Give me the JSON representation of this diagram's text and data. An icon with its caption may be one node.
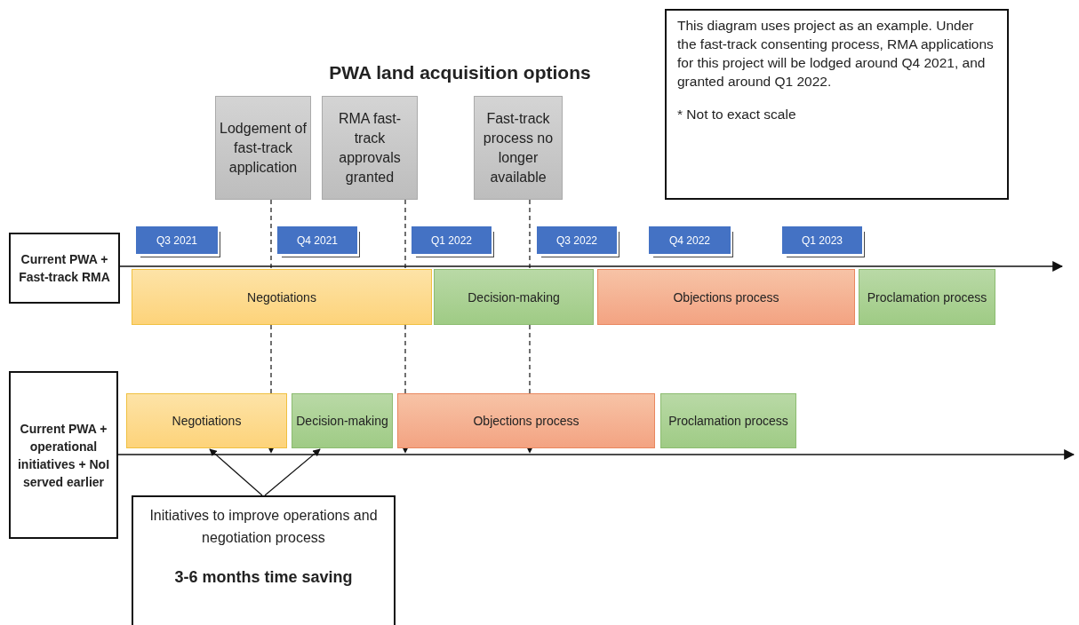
{
  "diagram": {
    "title": "PWA land acquisition options",
    "nodes": [
      {
        "text": [
          "Lodgement of fast-track application"
        ]
      },
      {
        "text": [
          "RMA fast-track approvals granted"
        ]
      },
      {
        "text": [
          "Fast-track process no longer available"
        ]
      },
      {
        "text": [
          "Q3 2021"
        ]
      },
      {
        "text": [
          "Q4 2021"
        ]
      },
      {
        "text": [
          "Q1 2022"
        ]
      },
      {
        "text": [
          "Q3 2022"
        ]
      },
      {
        "text": [
          "Q4 2022"
        ]
      },
      {
        "text": [
          "Q1 2023"
        ]
      },
      {
        "text": [
          "Current PWA + Fast-track RMA"
        ]
      },
      {
        "text": [
          "Negotiations"
        ]
      },
      {
        "text": [
          "Decision-making"
        ]
      },
      {
        "text": [
          "Objections process"
        ]
      },
      {
        "text": [
          "Proclamation process"
        ]
      },
      {
        "text": [
          "Current PWA + operational initiatives + NoI served earlier"
        ]
      },
      {
        "text": [
          "Negotiations"
        ]
      },
      {
        "text": [
          "Decision-making"
        ]
      },
      {
        "text": [
          "Objections process"
        ]
      },
      {
        "text": [
          "Proclamation process"
        ]
      },
      {
        "text": [
          "Initiatives to improve operations and negotiation process",
          "3-6 months time saving"
        ]
      },
      {
        "text": [
          "This diagram uses project as an example. Under the fast-track consenting process, RMA applications for this project will be lodged around Q4 2021, and granted around Q1 2022.",
          "* Not to exact scale"
        ]
      }
    ],
    "edges": [
      {
        "from": 0,
        "to": 10,
        "arrow": "none",
        "style": "dashed"
      },
      {
        "from": 10,
        "to": 15,
        "arrow": "to",
        "style": "dashed"
      },
      {
        "from": 1,
        "to": 10,
        "arrow": "none",
        "style": "dashed"
      },
      {
        "from": 10,
        "to": 17,
        "arrow": "to",
        "style": "dashed"
      },
      {
        "from": 2,
        "to": 11,
        "arrow": "none",
        "style": "dashed"
      },
      {
        "from": 11,
        "to": 17,
        "arrow": "to",
        "style": "dashed"
      },
      {
        "from": 19,
        "to": 15,
        "arrow": "to"
      },
      {
        "from": 19,
        "to": 16,
        "arrow": "to"
      }
    ]
  }
}
